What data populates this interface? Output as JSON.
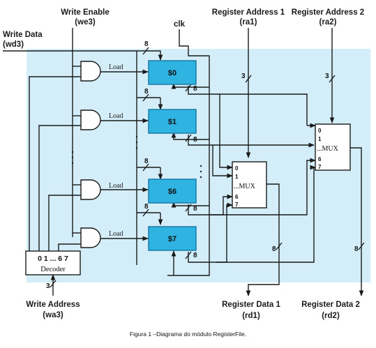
{
  "inputs": {
    "write_enable": "Write Enable",
    "write_enable_sig": "(we3)",
    "write_data": "Write Data",
    "write_data_sig": "(wd3)",
    "clk": "clk",
    "ra1": "Register Address 1",
    "ra1_sig": "(ra1)",
    "ra2": "Register Address 2",
    "ra2_sig": "(ra2)",
    "write_address": "Write Address",
    "write_address_sig": "(wa3)"
  },
  "outputs": {
    "rd1": "Register Data 1",
    "rd1_sig": "(rd1)",
    "rd2": "Register Data 2",
    "rd2_sig": "(rd2)"
  },
  "registers": [
    "$0",
    "$1",
    "$6",
    "$7"
  ],
  "load_label": "Load",
  "decoder": {
    "outputs_label": "0 1 ... 6 7",
    "name": "Decoder"
  },
  "mux": {
    "name": "...MUX",
    "inputs": [
      "0",
      "1",
      "6",
      "7"
    ]
  },
  "bus_widths": {
    "data": "8",
    "addr": "3"
  },
  "colors": {
    "background_panel": "#d4eef9",
    "register_fill": "#2fb3e0",
    "register_border": "#1b7aa6",
    "wire": "#1a1a1a"
  },
  "caption": "Figura 1 –Diagrama do módulo RegisterFile."
}
